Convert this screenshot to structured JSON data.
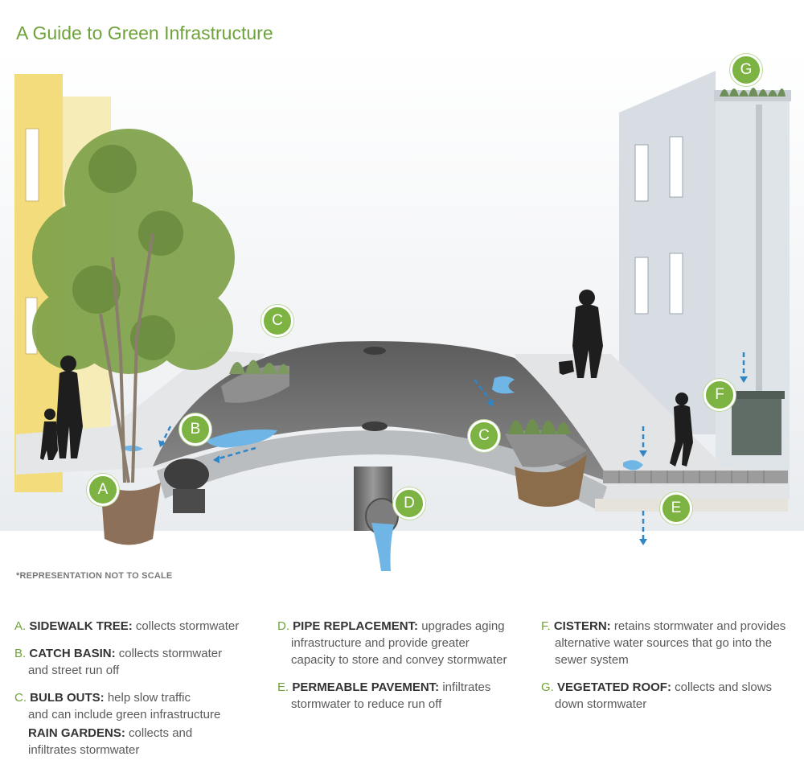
{
  "title": "A Guide to Green Infrastructure",
  "note": "*REPRESENTATION NOT TO SCALE",
  "badges": {
    "a": "A",
    "b": "B",
    "c1": "C",
    "c2": "C",
    "d": "D",
    "e": "E",
    "f": "F",
    "g": "G"
  },
  "legend": {
    "a": {
      "letter": "A.",
      "name": "SIDEWALK TREE:",
      "desc": "collects stormwater"
    },
    "b": {
      "letter": "B.",
      "name": "CATCH BASIN:",
      "desc": "collects stormwater",
      "desc2": "and street run off"
    },
    "c": {
      "letter": "C.",
      "name": "BULB OUTS:",
      "desc": "help slow traffic",
      "desc2": "and can include green infrastructure"
    },
    "c_rain": {
      "name": "RAIN GARDENS:",
      "desc": "collects and",
      "desc2": "infiltrates stormwater"
    },
    "d": {
      "letter": "D.",
      "name": "PIPE REPLACEMENT:",
      "desc": "upgrades aging",
      "desc2": "infrastructure and provide greater",
      "desc3": "capacity to store and convey stormwater"
    },
    "e": {
      "letter": "E.",
      "name": "PERMEABLE PAVEMENT:",
      "desc": "infiltrates",
      "desc2": "stormwater to reduce run off"
    },
    "f": {
      "letter": "F.",
      "name": "CISTERN:",
      "desc": "retains stormwater and provides",
      "desc2": "alternative water sources that go into the",
      "desc3": "sewer system"
    },
    "g": {
      "letter": "G.",
      "name": "VEGETATED ROOF:",
      "desc": "collects and slows",
      "desc2": "down stormwater"
    }
  },
  "colors": {
    "accent": "#7cb342",
    "title": "#6fa23a",
    "water": "#6fb6e6",
    "street": "#6b6b6b"
  }
}
